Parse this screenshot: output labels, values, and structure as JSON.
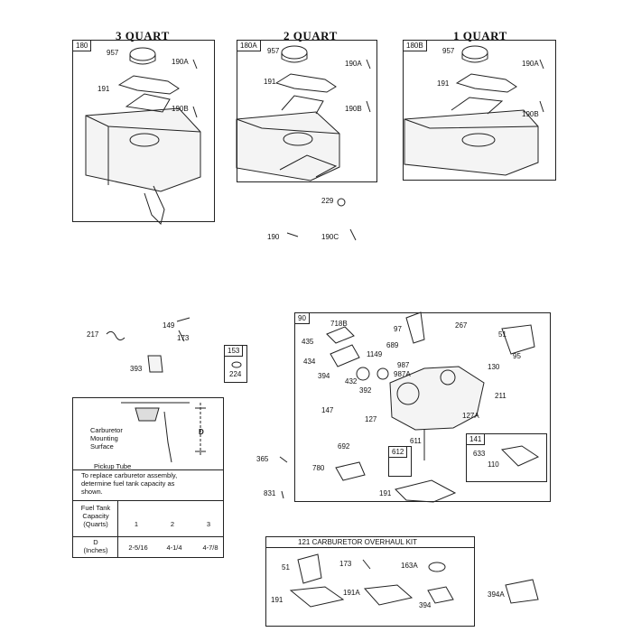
{
  "headers": {
    "q3": "3 QUART",
    "q2": "2 QUART",
    "q1": "1 QUART"
  },
  "tanks": {
    "t180": {
      "tag": "180",
      "p957": "957",
      "p190A": "190A",
      "p191": "191",
      "p190B": "190B"
    },
    "t180A": {
      "tag": "180A",
      "p957": "957",
      "p190A": "190A",
      "p191": "191",
      "p190B": "190B"
    },
    "t180B": {
      "tag": "180B",
      "p957": "957",
      "p190A": "190A",
      "p191": "191",
      "p190B": "190B"
    }
  },
  "loose": {
    "p229": "229",
    "p190": "190",
    "p190C": "190C"
  },
  "lower_left": {
    "p149": "149",
    "p217": "217",
    "p173": "173",
    "p393": "393",
    "p153": "153",
    "p224": "224",
    "p365": "365",
    "p831": "831"
  },
  "pickup": {
    "carb_label": "Carburetor\nMounting\nSurface",
    "d_label": "D",
    "pickup_label": "Pickup Tube",
    "note": "To replace carburetor assembly,\ndetermine fuel tank capacity as\nshown.",
    "row1_label": "Fuel Tank\nCapacity\n(Quarts)",
    "row2_label": "D\n(Inches)",
    "cols": [
      "1",
      "2",
      "3"
    ],
    "values": [
      "2-5/16",
      "4-1/4",
      "4-7/8"
    ]
  },
  "carb": {
    "tag": "90",
    "parts": [
      "718B",
      "97",
      "267",
      "51",
      "435",
      "689",
      "434",
      "1149",
      "987",
      "987A",
      "95",
      "130",
      "394",
      "432",
      "392",
      "211",
      "147",
      "127",
      "127A",
      "692",
      "611",
      "612",
      "780",
      "191",
      "141",
      "633",
      "110"
    ]
  },
  "kit": {
    "title": "121 CARBURETOR OVERHAUL KIT",
    "p51": "51",
    "p173": "173",
    "p163A": "163A",
    "p191": "191",
    "p191A": "191A",
    "p394": "394",
    "p394A": "394A"
  }
}
